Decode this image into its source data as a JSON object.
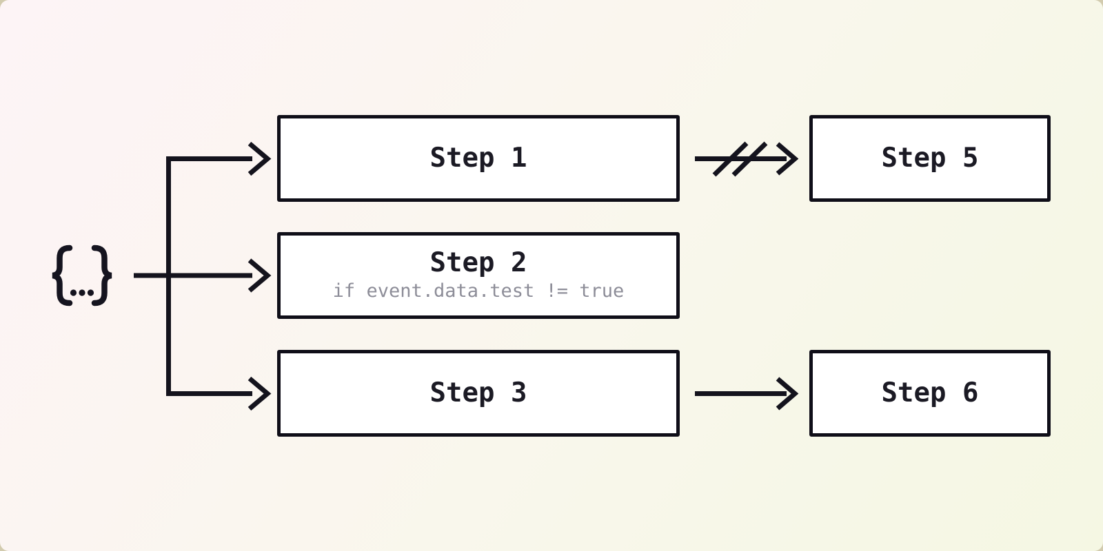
{
  "diagram": {
    "type": "workflow-fanout-flowchart",
    "trigger": {
      "symbol": "{...}",
      "description": "event payload trigger"
    },
    "steps": [
      {
        "id": "step1",
        "label": "Step 1"
      },
      {
        "id": "step2",
        "label": "Step 2",
        "condition": "if event.data.test != true"
      },
      {
        "id": "step3",
        "label": "Step 3"
      },
      {
        "id": "step5",
        "label": "Step 5"
      },
      {
        "id": "step6",
        "label": "Step 6"
      }
    ],
    "connections": [
      {
        "from": "trigger",
        "to": "step1",
        "style": "arrow"
      },
      {
        "from": "trigger",
        "to": "step2",
        "style": "arrow"
      },
      {
        "from": "trigger",
        "to": "step3",
        "style": "arrow"
      },
      {
        "from": "step1",
        "to": "step5",
        "style": "cancelled-arrow"
      },
      {
        "from": "step3",
        "to": "step6",
        "style": "arrow"
      }
    ],
    "colors": {
      "stroke": "#14131d",
      "box_border": "#0f0e18",
      "box_background": "#ffffff",
      "title_text": "#1b1a24",
      "condition_text": "#8d8d98",
      "card_gradient_start": "#fdf4f6",
      "card_gradient_end": "#f5f7e3",
      "page_background": "#d2cbae"
    }
  }
}
